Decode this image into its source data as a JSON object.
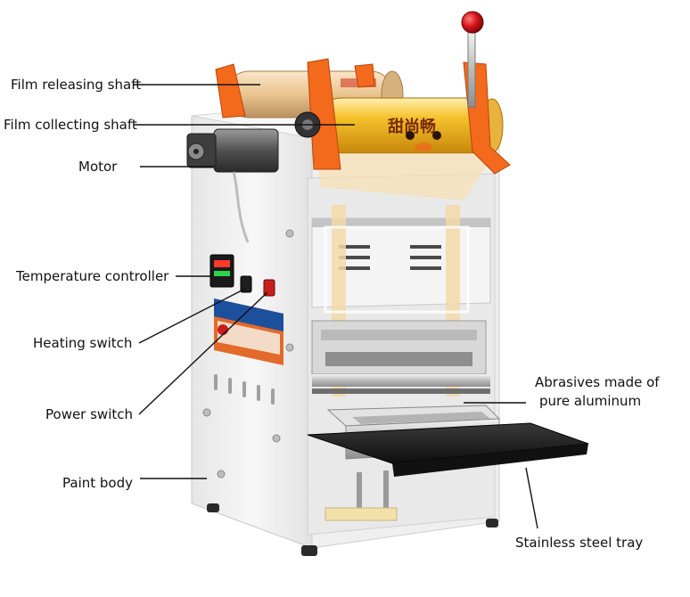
{
  "labels": {
    "film_releasing_shaft": "Film releasing shaft",
    "film_collecting_shaft": "Film collecting shaft",
    "motor": "Motor",
    "temperature_controller": "Temperature controller",
    "heating_switch": "Heating switch",
    "power_switch": "Power switch",
    "paint_body": "Paint body",
    "abrasives_line1": "Abrasives made of",
    "abrasives_line2": "pure aluminum",
    "stainless_steel_tray": "Stainless steel tray"
  },
  "film_print": {
    "brand": "甜尚畅"
  },
  "colors": {
    "body": "#f2f2f2",
    "film_yellow": "#f0b21a",
    "bracket_orange": "#f36a1c",
    "knob_red": "#d8161b",
    "tray": "#1c1c1c",
    "label_panel": "#1c4f9c"
  }
}
